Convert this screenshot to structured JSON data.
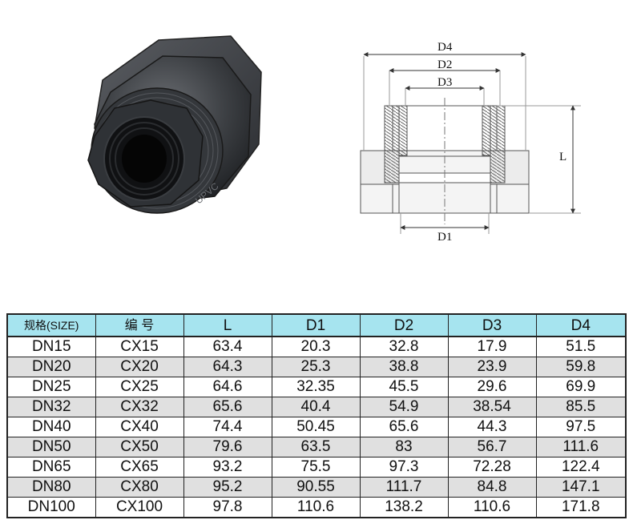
{
  "product_photo": {
    "icon": "pvc-bulkhead-fitting-photo",
    "emboss_text": "UPVC"
  },
  "drawing": {
    "labels": {
      "d4": "D4",
      "d2": "D2",
      "d3": "D3",
      "d1": "D1",
      "l": "L"
    }
  },
  "table": {
    "headers": [
      "规格(SIZE)",
      "编 号",
      "L",
      "D1",
      "D2",
      "D3",
      "D4"
    ],
    "rows": [
      [
        "DN15",
        "CX15",
        "63.4",
        "20.3",
        "32.8",
        "17.9",
        "51.5"
      ],
      [
        "DN20",
        "CX20",
        "64.3",
        "25.3",
        "38.8",
        "23.9",
        "59.8"
      ],
      [
        "DN25",
        "CX25",
        "64.6",
        "32.35",
        "45.5",
        "29.6",
        "69.9"
      ],
      [
        "DN32",
        "CX32",
        "65.6",
        "40.4",
        "54.9",
        "38.54",
        "85.5"
      ],
      [
        "DN40",
        "CX40",
        "74.4",
        "50.45",
        "65.6",
        "44.3",
        "97.5"
      ],
      [
        "DN50",
        "CX50",
        "79.6",
        "63.5",
        "83",
        "56.7",
        "111.6"
      ],
      [
        "DN65",
        "CX65",
        "93.2",
        "75.5",
        "97.3",
        "72.28",
        "122.4"
      ],
      [
        "DN80",
        "CX80",
        "95.2",
        "90.55",
        "111.7",
        "84.8",
        "147.1"
      ],
      [
        "DN100",
        "CX100",
        "97.8",
        "110.6",
        "138.2",
        "110.6",
        "171.8"
      ]
    ],
    "colors": {
      "header_bg": "#a6e4ef",
      "stripe_bg": "#e0e0e0"
    }
  }
}
